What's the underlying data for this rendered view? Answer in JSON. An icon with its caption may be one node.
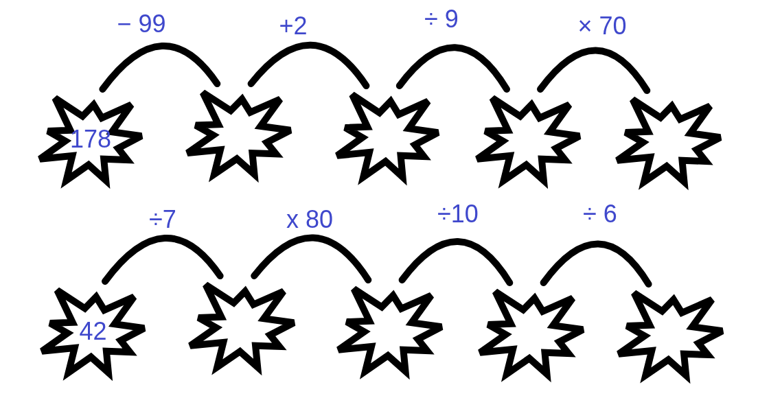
{
  "diagram": {
    "nodes": [
      {
        "text": [
          "178"
        ]
      },
      {
        "text": [],
        "shape": "star"
      },
      {
        "text": [],
        "shape": "star"
      },
      {
        "text": [],
        "shape": "star"
      },
      {
        "text": [],
        "shape": "star"
      },
      {
        "text": [
          "42"
        ]
      },
      {
        "text": [],
        "shape": "star"
      },
      {
        "text": [],
        "shape": "star"
      },
      {
        "text": [],
        "shape": "star"
      },
      {
        "text": [],
        "shape": "star"
      }
    ],
    "edges": [
      {
        "from": 0,
        "to": 1,
        "arrow": "none",
        "label": "− 99"
      },
      {
        "from": 1,
        "to": 2,
        "arrow": "none",
        "label": "+2"
      },
      {
        "from": 2,
        "to": 3,
        "arrow": "none",
        "label": "÷ 9"
      },
      {
        "from": 3,
        "to": 4,
        "arrow": "none",
        "label": "× 70"
      },
      {
        "from": 5,
        "to": 6,
        "arrow": "none",
        "label": "÷7"
      },
      {
        "from": 6,
        "to": 7,
        "arrow": "none",
        "label": "x 80"
      },
      {
        "from": 7,
        "to": 8,
        "arrow": "none",
        "label": "÷10"
      },
      {
        "from": 8,
        "to": 9,
        "arrow": "none",
        "label": "÷ 6"
      }
    ]
  }
}
